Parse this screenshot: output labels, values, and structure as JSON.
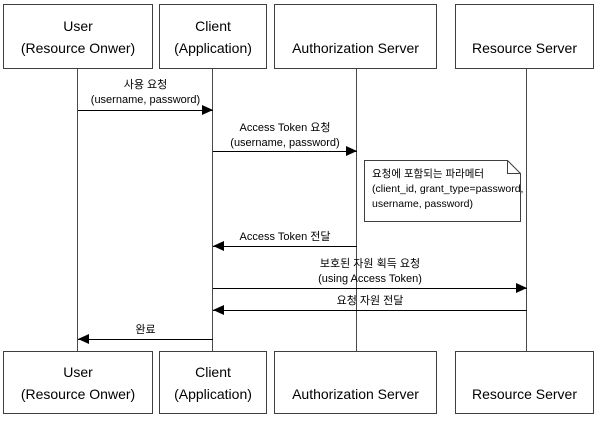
{
  "diagram_type": "sequence-diagram",
  "actors": [
    {
      "id": "user",
      "line1": "User",
      "line2": "(Resource Onwer)"
    },
    {
      "id": "client",
      "line1": "Client",
      "line2": "(Application)"
    },
    {
      "id": "auth_server",
      "line1": "Authorization Server",
      "line2": ""
    },
    {
      "id": "resource_server",
      "line1": "Resource Server",
      "line2": ""
    }
  ],
  "messages": [
    {
      "from": "user",
      "to": "client",
      "direction": "right",
      "line1": "사용 요청",
      "line2": "(username, password)"
    },
    {
      "from": "client",
      "to": "auth_server",
      "direction": "right",
      "line1": "Access Token 요청",
      "line2": "(username, password)"
    },
    {
      "from": "auth_server",
      "to": "client",
      "direction": "left",
      "line1": "Access Token 전달",
      "line2": ""
    },
    {
      "from": "client",
      "to": "resource_server",
      "direction": "right",
      "line1": "보호된 자원 획득 요청",
      "line2": "(using Access Token)"
    },
    {
      "from": "resource_server",
      "to": "client",
      "direction": "left",
      "line1": "요청 자원 전달",
      "line2": ""
    },
    {
      "from": "client",
      "to": "user",
      "direction": "left",
      "line1": "완료",
      "line2": ""
    }
  ],
  "note": {
    "attached_to": "auth_server",
    "lines": [
      "요청에 포함되는 파라메터",
      "(client_id, grant_type=password,",
      "username, password)"
    ]
  },
  "colors": {
    "background": "#ffffff",
    "box_border": "#3f3f3f",
    "arrow": "#000000",
    "text": "#000000"
  }
}
